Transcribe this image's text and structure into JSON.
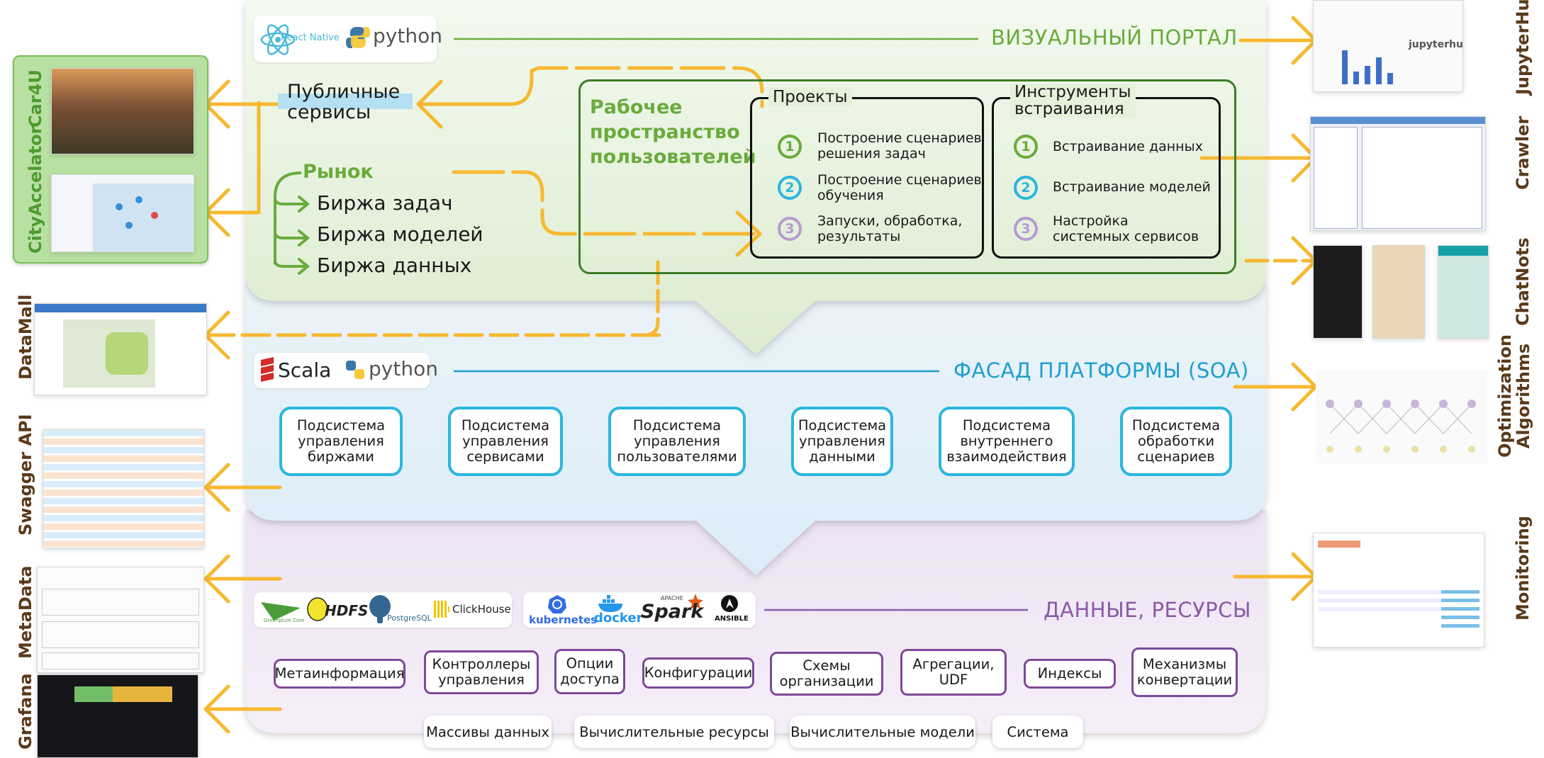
{
  "layers": {
    "portal": {
      "title": "ВИЗУАЛЬНЫЙ ПОРТАЛ"
    },
    "facade": {
      "title": "ФАСАД ПЛАТФОРМЫ (SOA)"
    },
    "data": {
      "title": "ДАННЫЕ, РЕСУРСЫ"
    }
  },
  "logos": {
    "react_native": "React Native",
    "python": "python",
    "scala": "Scala",
    "python2": "python",
    "greenplum": "Greenplum Core",
    "hdfs": "HDFS",
    "postgresql": "PostgreSQL",
    "clickhouse": "ClickHouse",
    "kubernetes": "kubernetes",
    "docker": "docker",
    "spark": "Spark",
    "apache": "APACHE",
    "ansible": "ANSIBLE",
    "jupyterhub": "jupyterhub"
  },
  "public_services": {
    "label": "Публичные\nсервисы"
  },
  "market": {
    "title": "Рынок",
    "items": [
      "Биржа задач",
      "Биржа моделей",
      "Биржа данных"
    ]
  },
  "workspace": {
    "title": "Рабочее\nпространство\nпользователей",
    "projects": {
      "title": "Проекты",
      "items": [
        {
          "num": "1",
          "text": "Построение сценариев\nрешения задач"
        },
        {
          "num": "2",
          "text": "Построение сценариев\nобучения"
        },
        {
          "num": "3",
          "text": "Запуски, обработка,\nрезультаты"
        }
      ]
    },
    "embedding": {
      "title": "Инструменты\nвстраивания",
      "items": [
        {
          "num": "1",
          "text": "Встраивание данных"
        },
        {
          "num": "2",
          "text": "Встраивание моделей"
        },
        {
          "num": "3",
          "text": "Настройка\nсистемных сервисов"
        }
      ]
    }
  },
  "subsystems": [
    "Подсистема\nуправления\nбиржами",
    "Подсистема\nуправления\nсервисами",
    "Подсистема\nуправления\nпользователями",
    "Подсистема\nуправления\nданными",
    "Подсистема\nвнутреннего\nвзаимодействия",
    "Подсистема\nобработки\nсценариев"
  ],
  "data_items": [
    "Метаинформация",
    "Контроллеры\nуправления",
    "Опции\nдоступа",
    "Конфигурации",
    "Схемы\nорганизации",
    "Агрегации,\nUDF",
    "Индексы",
    "Механизмы\nконвертации"
  ],
  "resources": [
    "Массивы данных",
    "Вычислительные ресурсы",
    "Вычислительные модели",
    "Система"
  ],
  "left_apps": [
    "Car4U",
    "CityAccelator",
    "DataMall",
    "Swagger API",
    "MetaData",
    "Grafana"
  ],
  "right_apps": [
    "JupyterHub",
    "Crawler",
    "ChatNots",
    "Optimization\nAlgorithms",
    "Monitoring"
  ],
  "colors": {
    "green": "#6aab3c",
    "dark_green": "#3e7d28",
    "blue": "#1f9fd0",
    "purple": "#8a5aa6",
    "arrow": "#f7b830",
    "brown": "#5a3a1a"
  }
}
